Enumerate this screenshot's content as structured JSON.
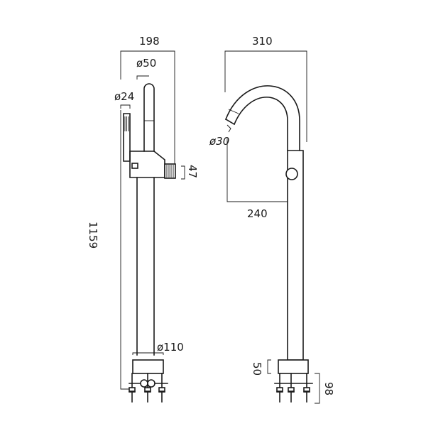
{
  "dimensions": {
    "left_width": "198",
    "left_spout_diameter": "ø50",
    "left_handshower_diameter": "ø24",
    "left_height": "1159",
    "left_handle_height": "47",
    "left_base_diameter": "ø110",
    "right_width": "310",
    "right_outlet_diameter": "ø30",
    "right_projection": "240",
    "right_base_height": "50",
    "right_fixing_height": "98"
  }
}
